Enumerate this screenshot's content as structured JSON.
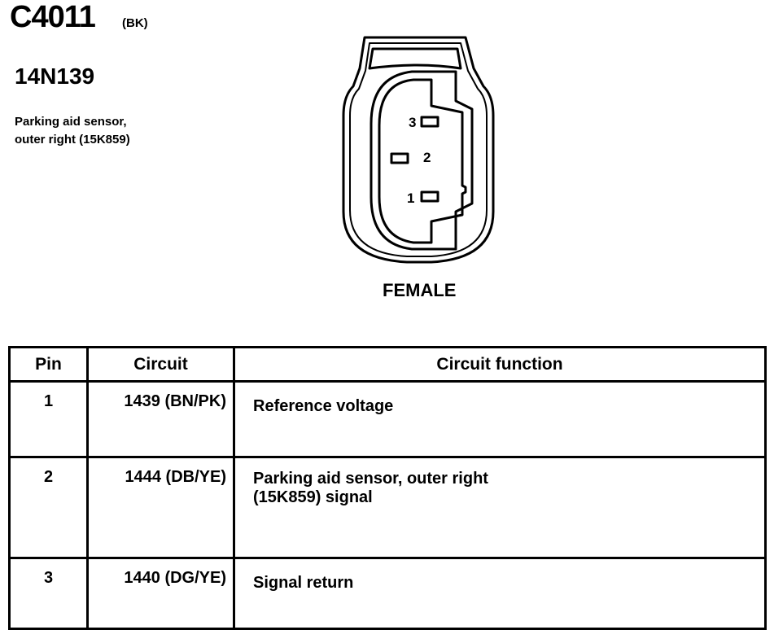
{
  "header": {
    "connector_id": "C4011",
    "color_code": "(BK)",
    "part_number": "14N139",
    "description": "Parking aid sensor, outer right (15K859)"
  },
  "connector": {
    "gender": "FEMALE",
    "pin_labels": [
      "3",
      "2",
      "1"
    ]
  },
  "table": {
    "headers": [
      "Pin",
      "Circuit",
      "Circuit function"
    ],
    "rows": [
      {
        "pin": "1",
        "circuit": "1439 (BN/PK)",
        "function": [
          "Reference voltage"
        ]
      },
      {
        "pin": "2",
        "circuit": "1444 (DB/YE)",
        "function": [
          "Parking aid sensor, outer right",
          "(15K859) signal"
        ]
      },
      {
        "pin": "3",
        "circuit": "1440 (DG/YE)",
        "function": [
          "Signal return"
        ]
      }
    ]
  }
}
